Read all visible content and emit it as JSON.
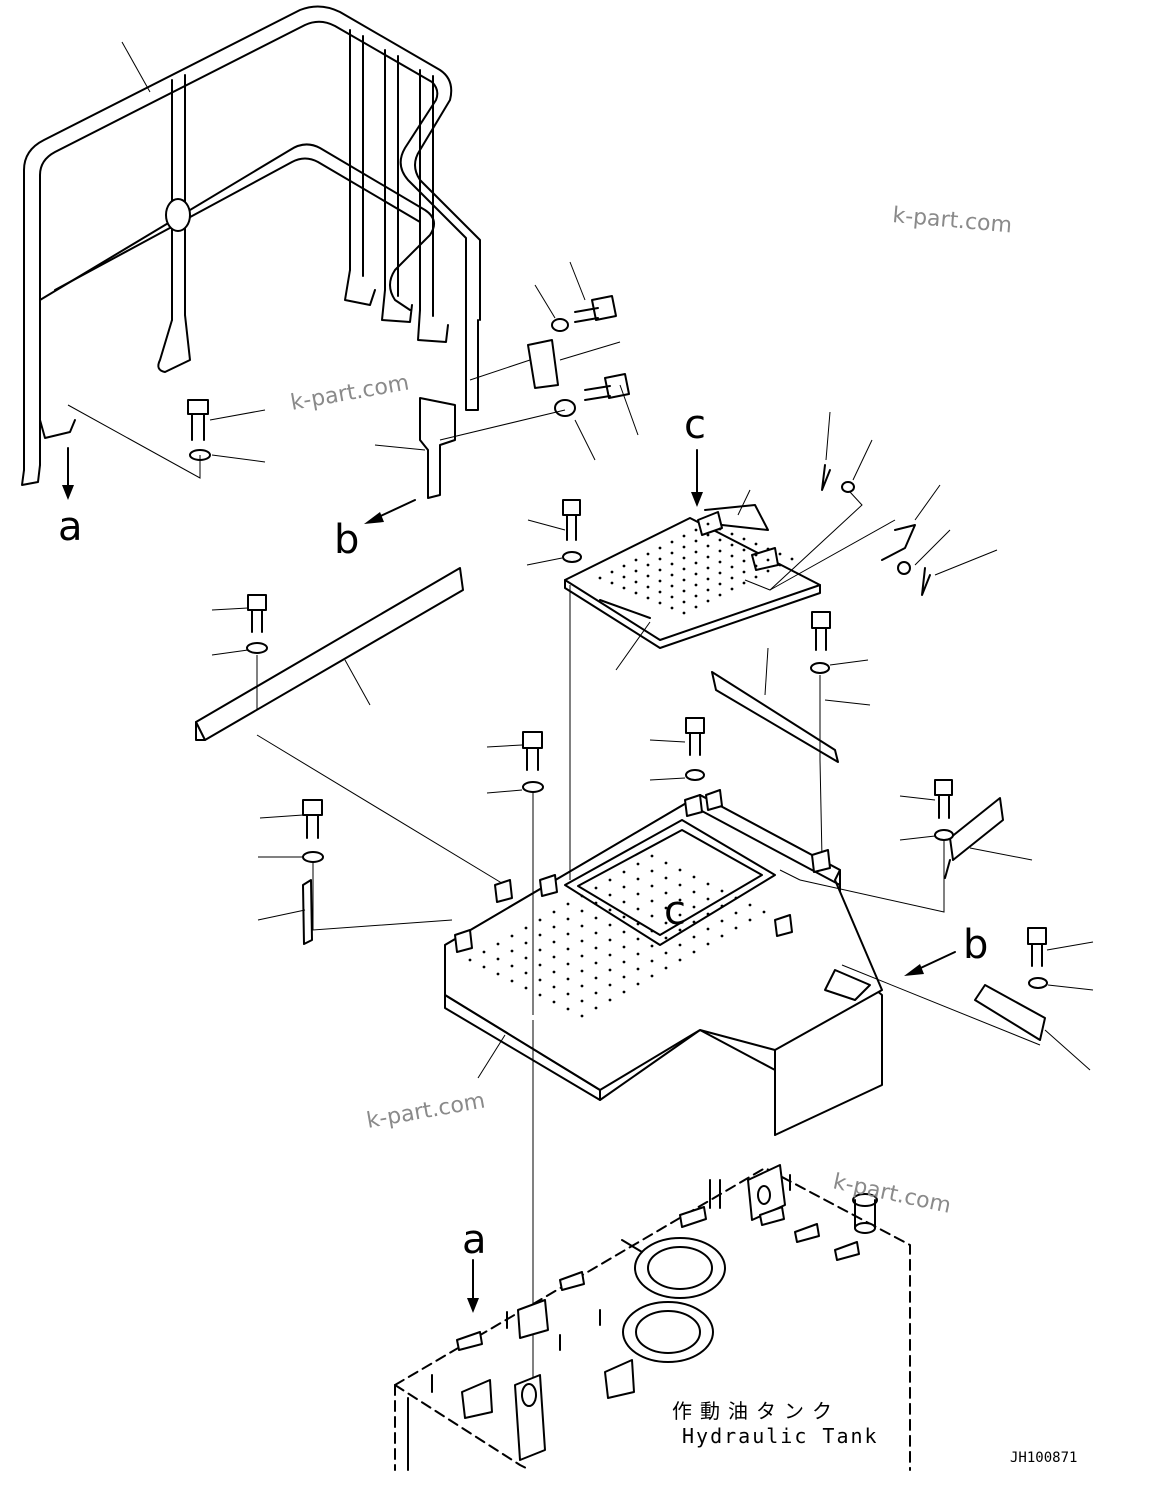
{
  "labels": {
    "a_top": "a",
    "b_left": "b",
    "c_top": "c",
    "c_mid": "c",
    "b_right": "b",
    "a_bottom": "a"
  },
  "watermarks": [
    "k-part.com",
    "k-part.com",
    "k-part.com",
    "k-part.com"
  ],
  "tank": {
    "name_jp": "作動油タンク",
    "name_en": "Hydraulic Tank"
  },
  "drawing_code": "JH100871"
}
